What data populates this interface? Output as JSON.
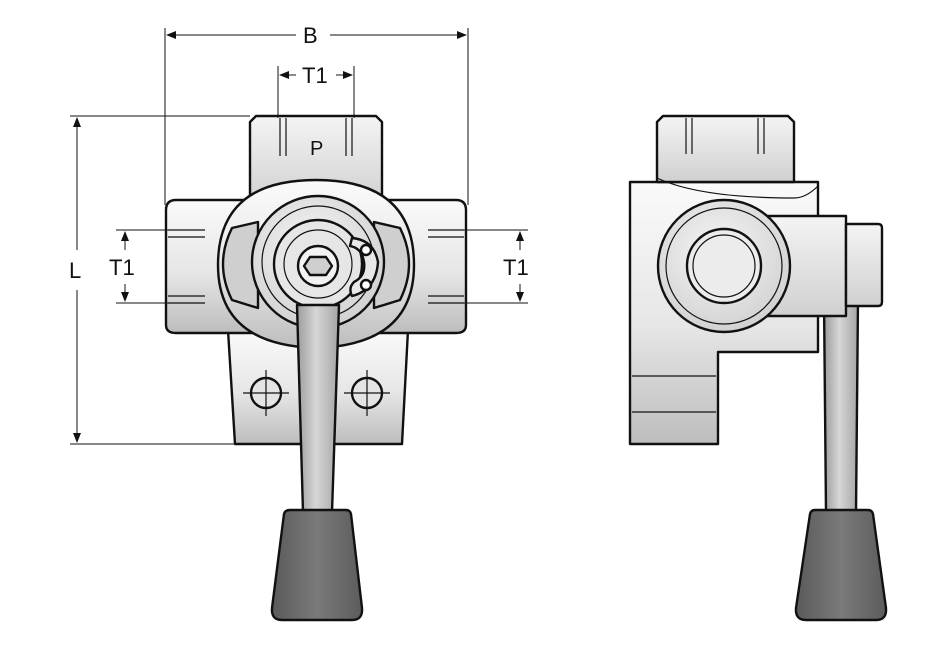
{
  "labels": {
    "width_dim": "B",
    "top_port_dim": "T1",
    "length_dim": "L",
    "left_port_dim": "T1",
    "right_port_dim": "T1",
    "pressure_port": "P"
  },
  "colors": {
    "outline": "#111111",
    "body_light": "#f7f7f7",
    "body_mid": "#d4d4d4",
    "body_dark": "#b8b8b8",
    "handle_grip": "#6e6e6e",
    "handle_stem": "#bdbdbd"
  }
}
